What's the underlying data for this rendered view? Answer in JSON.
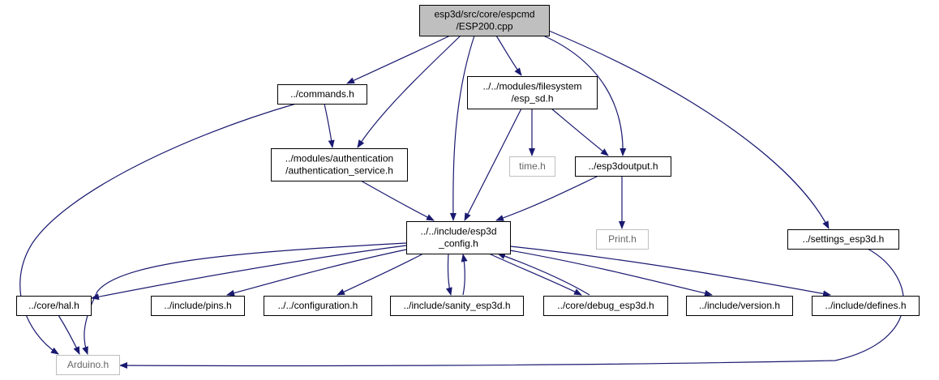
{
  "diagram": {
    "colors": {
      "edge": "#191970",
      "root_fill": "#bfbfbf",
      "node_border": "#000000",
      "muted_border": "#bfbfbf",
      "muted_text": "#666666"
    },
    "nodes": [
      {
        "id": "esp200",
        "lines": [
          "esp3d/src/core/espcmd",
          "/ESP200.cpp"
        ],
        "style": "root"
      },
      {
        "id": "commands",
        "lines": [
          "../commands.h"
        ],
        "style": "normal"
      },
      {
        "id": "filesystem",
        "lines": [
          "../../modules/filesystem",
          "/esp_sd.h"
        ],
        "style": "normal"
      },
      {
        "id": "auth",
        "lines": [
          "../modules/authentication",
          "/authentication_service.h"
        ],
        "style": "normal"
      },
      {
        "id": "time",
        "lines": [
          "time.h"
        ],
        "style": "muted"
      },
      {
        "id": "esp3doutput",
        "lines": [
          "../esp3doutput.h"
        ],
        "style": "normal"
      },
      {
        "id": "config",
        "lines": [
          "../../include/esp3d",
          "_config.h"
        ],
        "style": "normal"
      },
      {
        "id": "print",
        "lines": [
          "Print.h"
        ],
        "style": "muted"
      },
      {
        "id": "settings",
        "lines": [
          "../settings_esp3d.h"
        ],
        "style": "normal"
      },
      {
        "id": "hal",
        "lines": [
          "../core/hal.h"
        ],
        "style": "normal"
      },
      {
        "id": "pins",
        "lines": [
          "../include/pins.h"
        ],
        "style": "normal"
      },
      {
        "id": "configuration",
        "lines": [
          "../../configuration.h"
        ],
        "style": "normal"
      },
      {
        "id": "sanity",
        "lines": [
          "../include/sanity_esp3d.h"
        ],
        "style": "normal"
      },
      {
        "id": "debug",
        "lines": [
          "../core/debug_esp3d.h"
        ],
        "style": "normal"
      },
      {
        "id": "version",
        "lines": [
          "../include/version.h"
        ],
        "style": "normal"
      },
      {
        "id": "defines",
        "lines": [
          "../include/defines.h"
        ],
        "style": "normal"
      },
      {
        "id": "arduino",
        "lines": [
          "Arduino.h"
        ],
        "style": "muted"
      }
    ],
    "edges": [
      {
        "from": "esp200",
        "to": "commands"
      },
      {
        "from": "esp200",
        "to": "auth"
      },
      {
        "from": "esp200",
        "to": "config"
      },
      {
        "from": "esp200",
        "to": "filesystem"
      },
      {
        "from": "esp200",
        "to": "esp3doutput"
      },
      {
        "from": "esp200",
        "to": "settings"
      },
      {
        "from": "commands",
        "to": "auth"
      },
      {
        "from": "commands",
        "to": "arduino"
      },
      {
        "from": "filesystem",
        "to": "time"
      },
      {
        "from": "filesystem",
        "to": "esp3doutput"
      },
      {
        "from": "filesystem",
        "to": "config"
      },
      {
        "from": "auth",
        "to": "config"
      },
      {
        "from": "esp3doutput",
        "to": "config"
      },
      {
        "from": "esp3doutput",
        "to": "print"
      },
      {
        "from": "settings",
        "to": "arduino"
      },
      {
        "from": "config",
        "to": "hal"
      },
      {
        "from": "config",
        "to": "arduino"
      },
      {
        "from": "config",
        "to": "pins"
      },
      {
        "from": "config",
        "to": "configuration"
      },
      {
        "from": "config",
        "to": "sanity"
      },
      {
        "from": "config",
        "to": "debug"
      },
      {
        "from": "config",
        "to": "version"
      },
      {
        "from": "config",
        "to": "defines"
      },
      {
        "from": "sanity",
        "to": "config"
      },
      {
        "from": "debug",
        "to": "config"
      },
      {
        "from": "hal",
        "to": "arduino"
      }
    ]
  }
}
